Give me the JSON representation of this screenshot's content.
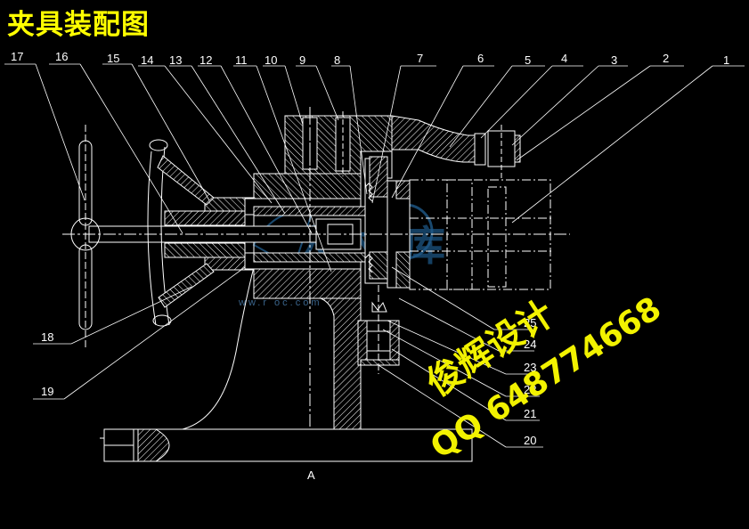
{
  "title": "夹具装配图",
  "section_label": "A",
  "watermark": {
    "line1": "俊辉设计",
    "line2": "QQ 648774668",
    "faint_text": "ww.r     oc.com",
    "faint_glyphs": "人 文 库"
  },
  "top_callouts": [
    "17",
    "16",
    "15",
    "14",
    "13",
    "12",
    "11",
    "10",
    "9",
    "8",
    "7",
    "6",
    "5",
    "4",
    "3",
    "2",
    "1"
  ],
  "left_callouts": [
    "18",
    "19"
  ],
  "right_callouts": [
    "25",
    "24",
    "23",
    "22",
    "21",
    "20"
  ],
  "colors": {
    "background": "#000000",
    "outline": "#ffffff",
    "section": "#ffffff",
    "leader": "#ffffff",
    "title": "#ffff00",
    "watermark": "#f2f200",
    "faint_watermark": "#1f5a8a"
  }
}
